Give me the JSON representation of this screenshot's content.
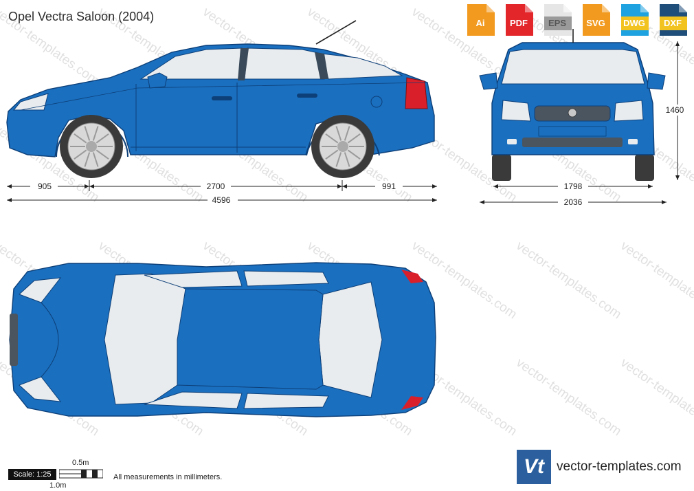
{
  "title": "Opel Vectra Saloon (2004)",
  "formats": [
    {
      "label": "Ai",
      "color": "#f29a1f"
    },
    {
      "label": "PDF",
      "color": "#e2262a"
    },
    {
      "label": "EPS",
      "color": "#e6e6e6",
      "text_color": "#555555"
    },
    {
      "label": "SVG",
      "color": "#f29a1f"
    },
    {
      "label": "DWG",
      "color": "#1fa3e0"
    },
    {
      "label": "DXF",
      "color": "#1f4e7a"
    }
  ],
  "dimensions": {
    "front_overhang": "905",
    "wheelbase": "2700",
    "rear_overhang": "991",
    "length": "4596",
    "track": "1798",
    "width": "2036",
    "height": "1460"
  },
  "watermark": "vector-templates.com",
  "scale": {
    "label": "Scale: 1:25",
    "half_label": "0.5m",
    "full_label": "1.0m"
  },
  "note": "All measurements in millimeters.",
  "brand": {
    "logo": "Vt",
    "text": "vector-templates.com"
  },
  "colors": {
    "body": "#1a6fbf",
    "body_dark": "#0d3f78",
    "glass": "#e8ecef",
    "tyre": "#3a3a3a",
    "rim": "#d9d9d9",
    "taillight": "#d9202a"
  }
}
